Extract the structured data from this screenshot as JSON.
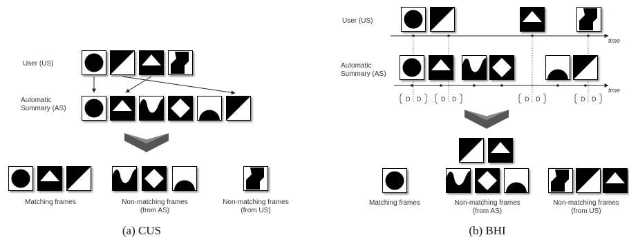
{
  "panel_a": {
    "user_label": "User  (US)",
    "summary_label_line1": "Automatic",
    "summary_label_line2": "Summary (AS)",
    "matching_label": "Matching frames",
    "nonmatch_as_line1": "Non-matching frames",
    "nonmatch_as_line2": "(from AS)",
    "nonmatch_us_line1": "Non-matching frames",
    "nonmatch_us_line2": "(from US)",
    "caption": "(a) CUS"
  },
  "panel_b": {
    "user_label": "User  (US)",
    "summary_label_line1": "Automatic",
    "summary_label_line2": "Summary (AS)",
    "time_label": "time",
    "d_label": "D",
    "matching_label": "Matching frames",
    "nonmatch_as_line1": "Non-matching frames",
    "nonmatch_as_line2": "(from AS)",
    "nonmatch_us_line1": "Non-matching frames",
    "nonmatch_us_line2": "(from US)",
    "caption": "(b) BHI"
  },
  "colors": {
    "frame_fill": "#000000",
    "frame_bg": "#ffffff",
    "chevron": "#555555"
  }
}
